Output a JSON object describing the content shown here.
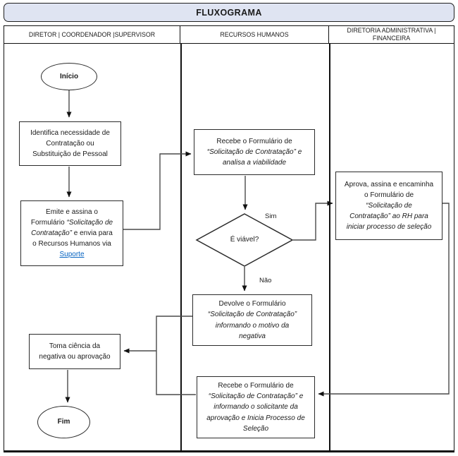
{
  "title": "FLUXOGRAMA",
  "lanes": [
    {
      "label": "DIRETOR | COORDENADOR |SUPERVISOR"
    },
    {
      "label": "RECURSOS HUMANOS"
    },
    {
      "label": "DIRETORIA ADMINISTRATIVA | FINANCEIRA"
    }
  ],
  "nodes": {
    "start": {
      "label": "Início"
    },
    "identify": {
      "line1": "Identifica necessidade de",
      "line2": "Contratação ou",
      "line3": "Substituição de Pessoal"
    },
    "emit": {
      "line1": "Emite e assina o",
      "line2a": "Formulário ",
      "line2b": "“Solicitação de",
      "line3a": "Contratação”",
      "line3b": " e envia para",
      "line4": "o Recursos Humanos via",
      "link_label": "Suporte"
    },
    "hr_receive": {
      "line1": "Recebe o Formulário de",
      "line2": "“Solicitação de Contratação” e",
      "line3": "analisa a viabilidade"
    },
    "decision": {
      "label": "É viável?",
      "yes_label": "Sim",
      "no_label": "Não"
    },
    "approve": {
      "line1": "Aprova, assina e encaminha",
      "line2": "o Formulário de",
      "line3": "“Solicitação de",
      "line4": "Contratação” ao RH para",
      "line5": "iniciar processo de seleção"
    },
    "return_form": {
      "line1": "Devolve o Formulário",
      "line2": "“Solicitação de Contratação”",
      "line3": "informando o motivo da",
      "line4": "negativa"
    },
    "hr_receive_approved": {
      "line1": "Recebe o Formulário de",
      "line2": "“Solicitação de Contratação” e",
      "line3": "informando o solicitante da",
      "line4": "aprovação e Inicia Processo de",
      "line5": "Seleção"
    },
    "acknowledge": {
      "line1": "Toma ciência da",
      "line2": "negativa ou aprovação"
    },
    "end": {
      "label": "Fim"
    }
  },
  "colors": {
    "banner_fill": "#dfe4f2",
    "link": "#0563c1",
    "border": "#111111"
  }
}
